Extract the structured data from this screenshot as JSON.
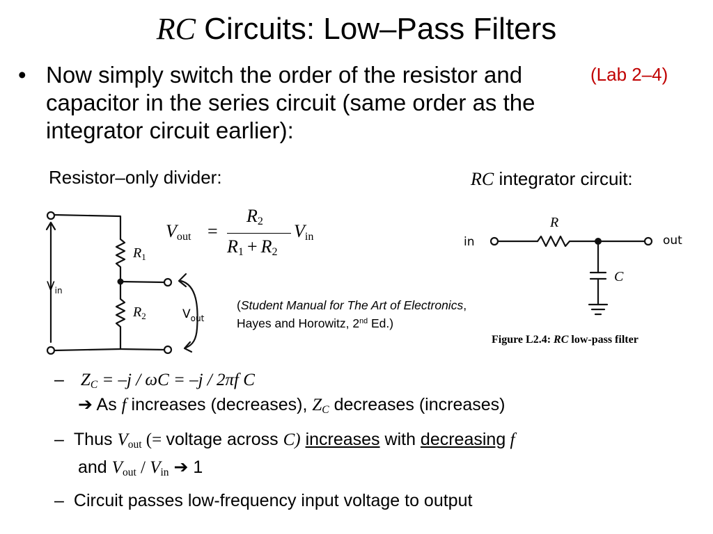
{
  "slide": {
    "title_italic": "RC",
    "title_rest": " Circuits: Low–Pass Filters",
    "bullet_marker": "•",
    "bullet_text": "Now simply switch the order of the resistor and capacitor in the series circuit (same order as the integrator circuit earlier):",
    "lab_ref": "(Lab 2–4)",
    "lab_ref_color": "#c00000",
    "left_label": "Resistor–only divider:",
    "right_label_italic": "RC",
    "right_label_rest": " integrator circuit:"
  },
  "divider": {
    "r1": "R",
    "r1_sub": "1",
    "r2": "R",
    "r2_sub": "2",
    "vin_label": "V",
    "vin_sub": "in",
    "vout_label": "V",
    "vout_sub": "out"
  },
  "formula": {
    "v": "V",
    "out_sub": "out",
    "equals": "=",
    "num": "R",
    "num_sub": "2",
    "den_a": "R",
    "den_a_sub": "1",
    "den_plus": "+",
    "den_b": "R",
    "den_b_sub": "2",
    "v2": "V",
    "in_sub": "in"
  },
  "citation": {
    "open": "(",
    "italic": "Student Manual for The Art of Electronics",
    "rest": ", Hayes and Horowitz, 2",
    "sup": "nd",
    "end": " Ed.)"
  },
  "integrator": {
    "r_label": "R",
    "c_label": "C",
    "in_label": "in",
    "out_label": "out",
    "caption_bold": "Figure L2.4",
    "caption_colon": ": ",
    "caption_italic": "RC",
    "caption_rest": " low-pass filter"
  },
  "sub_bullets": {
    "line1": {
      "dash": "–",
      "z": "Z",
      "z_sub": "C",
      "expr": " = –j / ωC = –j / 2πf C"
    },
    "line2": {
      "arrow": "➔",
      "text_a": " As ",
      "f": "f",
      "text_b": "  increases (decreases), ",
      "z": "Z",
      "z_sub": "C",
      "text_c": " decreases (increases)"
    },
    "line3": {
      "dash": "–",
      "text_a": "Thus ",
      "v": "V",
      "v_sub": "out",
      "paren": " (= ",
      "text_b": "voltage across ",
      "c": "C)",
      "text_c": " ",
      "u1": "increases",
      "text_d": " with ",
      "u2": "decreasing",
      "f": " f"
    },
    "line4": {
      "text_a": "and ",
      "v": "V",
      "v_sub": "out",
      "slash": " / ",
      "v2": "V",
      "v2_sub": "in",
      "arrow": "  ➔",
      "text_b": " 1"
    },
    "line5": {
      "dash": "–",
      "text": "Circuit passes low-frequency input voltage to output"
    }
  }
}
